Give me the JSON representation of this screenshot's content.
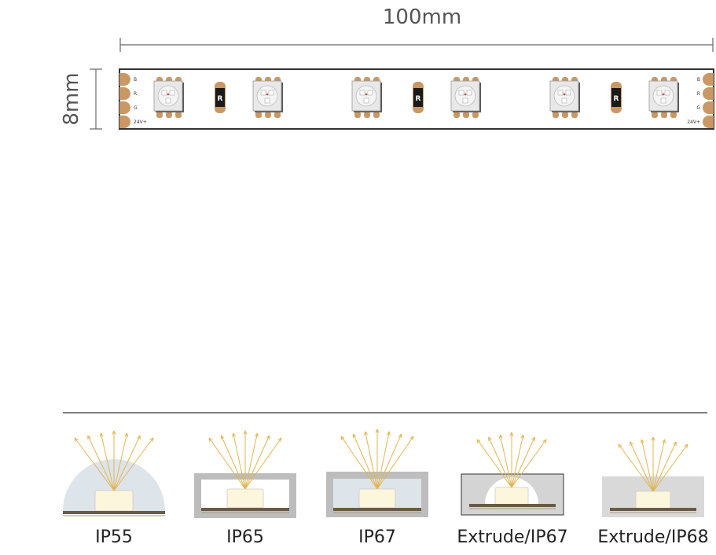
{
  "strip": {
    "length_label": "100mm",
    "width_label": "8mm",
    "pads_left": [
      "B",
      "R",
      "G",
      "24V+"
    ],
    "pads_right": [
      "B",
      "R",
      "G",
      "24V+"
    ],
    "resistor_label": "R",
    "led_count": 6,
    "resistor_count": 3
  },
  "ip_types": [
    {
      "label": "IP55",
      "style": "dome"
    },
    {
      "label": "IP65",
      "style": "channel-open"
    },
    {
      "label": "IP67",
      "style": "channel-filled"
    },
    {
      "label": "Extrude/IP67",
      "style": "extrude-dome"
    },
    {
      "label": "Extrude/IP68",
      "style": "extrude-solid"
    }
  ],
  "colors": {
    "outline": "#333333",
    "pad": "#c99865",
    "led_body": "#e8e8e8",
    "ray": "#e3b550",
    "chip": "#fbf6dc",
    "coating": "#dde4ea",
    "channel": "#bdbdbd",
    "pcb": "#6b5a45"
  }
}
